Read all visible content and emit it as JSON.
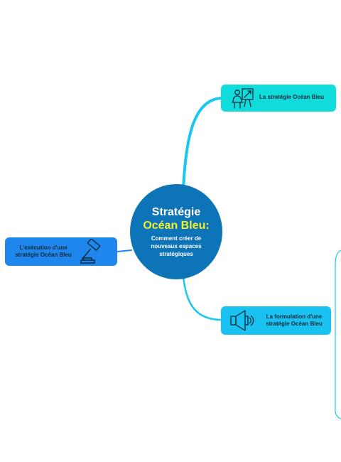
{
  "colors": {
    "center": "#0d74b8",
    "accent_yellow": "#f3f12a",
    "node_top": "#11dcdc",
    "node_bottom": "#19c2f0",
    "node_left": "#1e86ec",
    "connector": "#19c8f0"
  },
  "center": {
    "title": "Stratégie",
    "highlight": "Océan Bleu:",
    "subtitle": "Comment créer de nouveaux espaces stratégiques"
  },
  "nodes": {
    "strategie": {
      "label": "La stratégie Océan Bleu",
      "icon": "presentation-icon"
    },
    "formulation": {
      "label": "La formulation d'une stratégie Océan Bleu",
      "icon": "megaphone-icon"
    },
    "execution": {
      "label": "L'exécution d'une stratégie Océan Bleu",
      "icon": "gavel-icon"
    }
  }
}
